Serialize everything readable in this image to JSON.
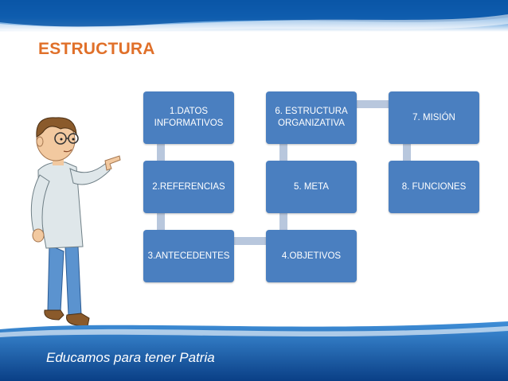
{
  "slide": {
    "title": "ESTRUCTURA",
    "footer_text": "Educamos para tener Patria"
  },
  "nodes": [
    {
      "id": "datos",
      "label": "1.DATOS\nINFORMATIVOS"
    },
    {
      "id": "referencias",
      "label": "2.REFERENCIAS"
    },
    {
      "id": "antecedentes",
      "label": "3.ANTECEDENTES"
    },
    {
      "id": "objetivos",
      "label": "4.OBJETIVOS"
    },
    {
      "id": "meta",
      "label": "5. META"
    },
    {
      "id": "estructura",
      "label": "6. ESTRUCTURA\nORGANIZATIVA"
    },
    {
      "id": "mision",
      "label": "7. MISIÓN"
    },
    {
      "id": "funciones",
      "label": "8. FUNCIONES"
    }
  ],
  "colors": {
    "node_fill": "#4a7fc0",
    "connector": "#b8c7dd",
    "title": "#e0702a",
    "band_dark": "#0a4f9e",
    "band_light": "#2a7fd0"
  },
  "illustration": {
    "icon": "pointing-boy-illustration"
  }
}
